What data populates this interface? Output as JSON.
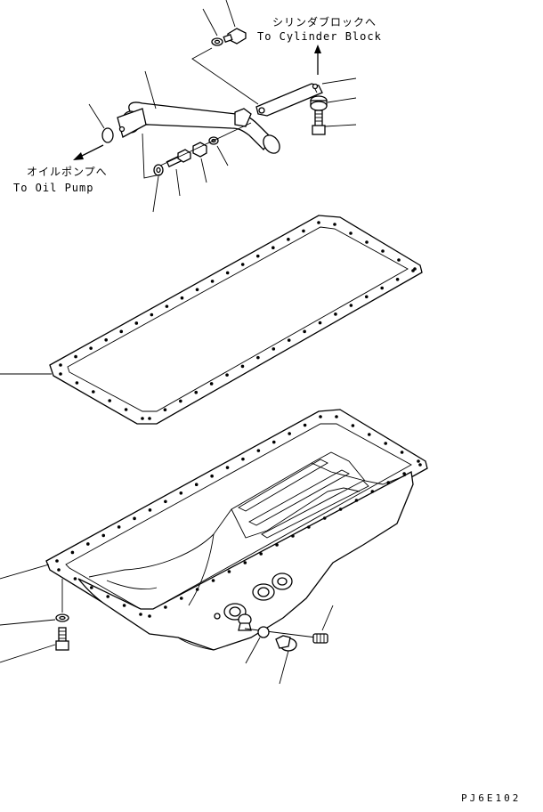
{
  "annotations": {
    "cylinder_block_jp": "シリンダブロックへ",
    "cylinder_block_en": "To Cylinder Block",
    "oil_pump_jp": "オイルポンプへ",
    "oil_pump_en": "To Oil Pump"
  },
  "figure_code": "PJ6E102"
}
